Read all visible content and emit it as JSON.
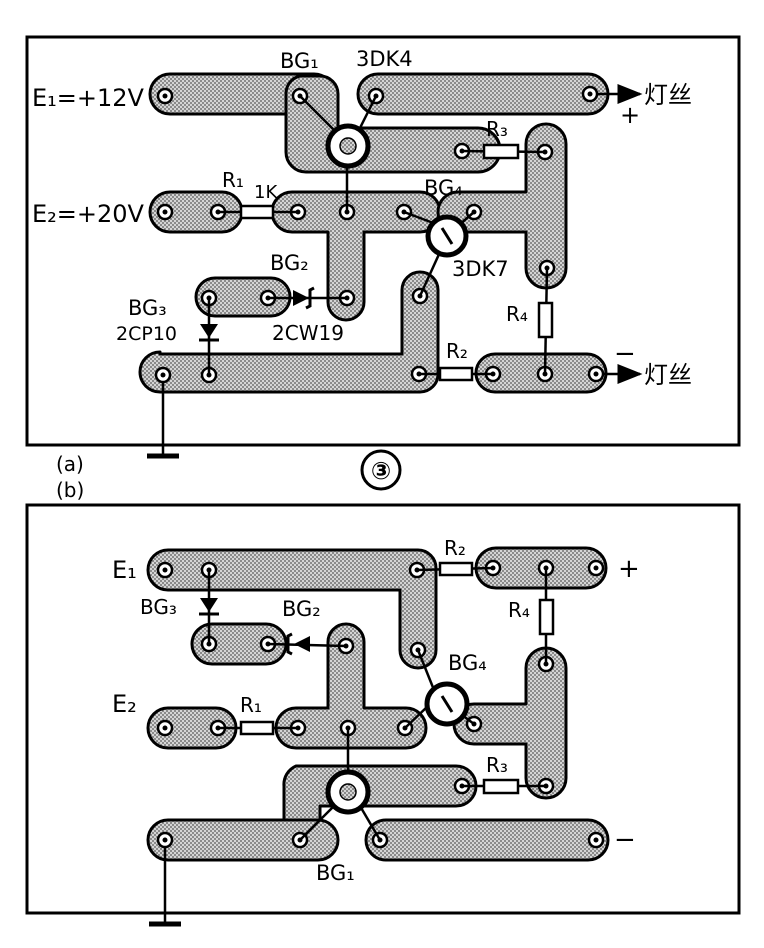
{
  "figure_number": "③",
  "panel_a": {
    "label": "(a)",
    "e1": "E₁=+12V",
    "e2": "E₂=+20V",
    "bg1": "BG₁",
    "bg1_type": "3DK4",
    "r1": "R₁",
    "r1_value": "1K",
    "r2": "R₂",
    "r3": "R₃",
    "r4": "R₄",
    "bg2": "BG₂",
    "bg2_type": "2CW19",
    "bg3": "BG₃",
    "bg3_type": "2CP10",
    "bg4": "BG₄",
    "bg4_type": "3DK7",
    "lamp_plus": "灯丝",
    "lamp_minus": "灯丝",
    "plus": "+",
    "minus": "−"
  },
  "panel_b": {
    "label": "(b)",
    "e1": "E₁",
    "e2": "E₂",
    "bg1": "BG₁",
    "bg2": "BG₂",
    "bg3": "BG₃",
    "bg4": "BG₄",
    "r1": "R₁",
    "r2": "R₂",
    "r3": "R₃",
    "r4": "R₄",
    "plus": "+",
    "minus": "−"
  }
}
